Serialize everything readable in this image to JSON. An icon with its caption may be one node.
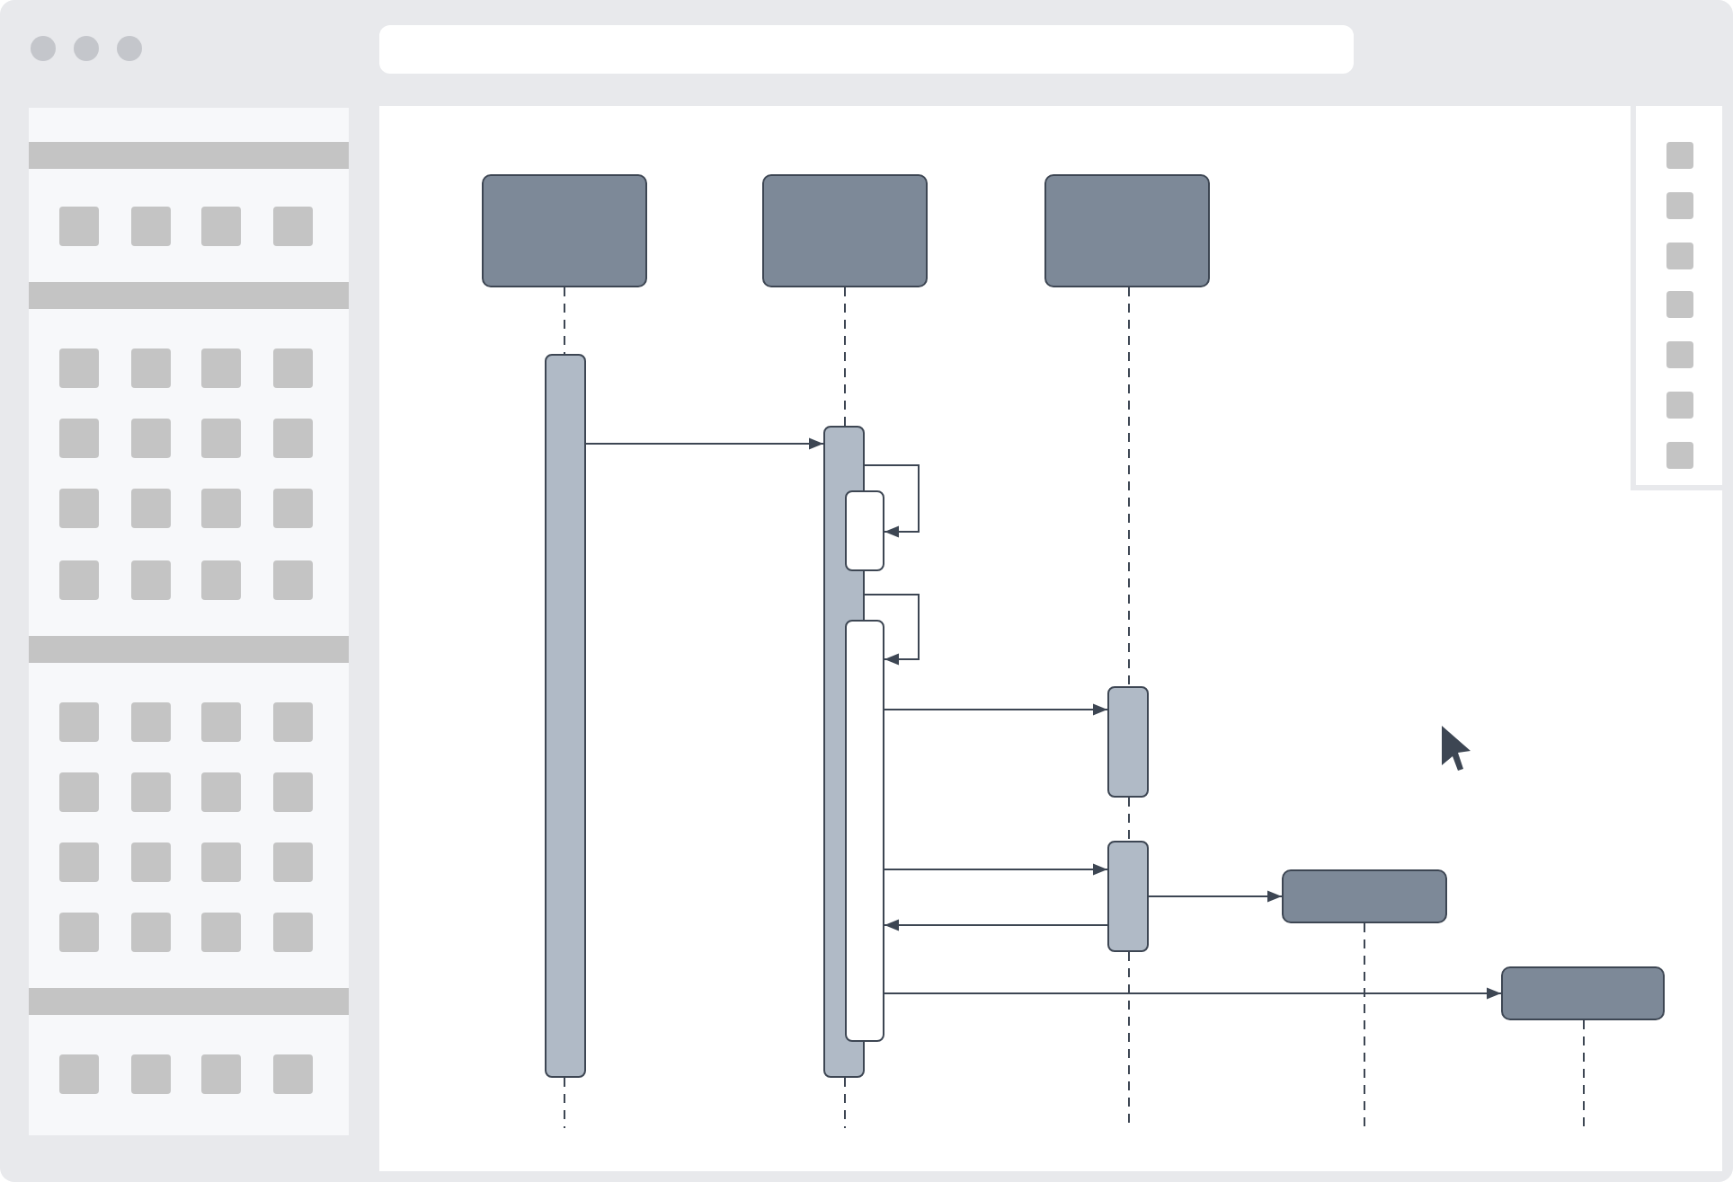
{
  "diagram": {
    "nodes": [
      {
        "text": [],
        "shape": "box"
      },
      {
        "text": [],
        "shape": "box"
      },
      {
        "text": [],
        "shape": "box"
      },
      {
        "text": [],
        "shape": "bar"
      },
      {
        "text": [],
        "shape": "bar"
      },
      {
        "text": [],
        "shape": "bar"
      },
      {
        "text": [],
        "shape": "bar"
      },
      {
        "text": [],
        "shape": "bar"
      },
      {
        "text": [],
        "shape": "bar"
      },
      {
        "text": [],
        "shape": "box"
      },
      {
        "text": [],
        "shape": "box"
      }
    ],
    "edges": [
      {
        "from": 3,
        "to": 4,
        "arrow": "to"
      },
      {
        "from": 4,
        "to": 5,
        "arrow": "to"
      },
      {
        "from": 4,
        "to": 6,
        "arrow": "to"
      },
      {
        "from": 6,
        "to": 7,
        "arrow": "to"
      },
      {
        "from": 6,
        "to": 8,
        "arrow": "to"
      },
      {
        "from": 8,
        "to": 9,
        "arrow": "to"
      },
      {
        "from": 8,
        "to": 6,
        "arrow": "to"
      },
      {
        "from": 6,
        "to": 10,
        "arrow": "to"
      },
      {
        "from": 0,
        "to": 3,
        "arrow": "none",
        "style": "dashed"
      },
      {
        "from": 1,
        "to": 4,
        "arrow": "none",
        "style": "dashed"
      },
      {
        "from": 2,
        "to": 7,
        "arrow": "none",
        "style": "dashed"
      },
      {
        "from": 7,
        "to": 8,
        "arrow": "none",
        "style": "dashed"
      },
      {
        "from": 3,
        "to": null,
        "arrow": "none",
        "style": "dashed"
      },
      {
        "from": 4,
        "to": null,
        "arrow": "none",
        "style": "dashed"
      },
      {
        "from": 8,
        "to": null,
        "arrow": "none",
        "style": "dashed"
      },
      {
        "from": 9,
        "to": null,
        "arrow": "none",
        "style": "dashed"
      },
      {
        "from": 10,
        "to": null,
        "arrow": "none",
        "style": "dashed"
      }
    ]
  }
}
